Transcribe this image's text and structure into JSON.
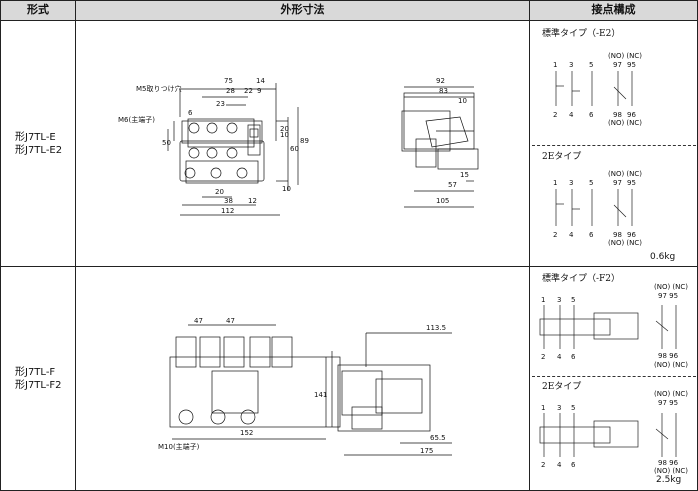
{
  "headers": {
    "form": "形式",
    "dimensions": "外形寸法",
    "contacts": "接点構成"
  },
  "rows": [
    {
      "models": [
        "形J7TL-E",
        "形J7TL-E2"
      ],
      "labels": {
        "mount_hole": "M5取りつけ穴",
        "main_terminal": "M6(主端子)"
      },
      "front_dims": {
        "d75": "75",
        "d14": "14",
        "d28": "28",
        "d22": "22",
        "d9": "9",
        "d6": "6",
        "d23": "23",
        "d20a": "20",
        "d50": "50",
        "d10a": "10",
        "d60": "60",
        "d89": "89",
        "d20b": "20",
        "d10b": "10",
        "d38": "38",
        "d12": "12",
        "d112": "112"
      },
      "side_dims": {
        "d92": "92",
        "d83": "83",
        "d10": "10",
        "d15": "15",
        "d57": "57",
        "d105": "105"
      },
      "contact_std_title": "標準タイプ（-E2）",
      "contact_2e_title": "2Eタイプ",
      "terminals_top": [
        "1",
        "3",
        "5",
        "97",
        "95"
      ],
      "terminals_bottom": [
        "2",
        "4",
        "6",
        "98",
        "96"
      ],
      "no_nc_top": "(NO) (NC)",
      "no_nc_bottom": "(NO) (NC)",
      "weight": "0.6kg"
    },
    {
      "models": [
        "形J7TL-F",
        "形J7TL-F2"
      ],
      "labels": {
        "main_terminal": "M10(主端子)"
      },
      "front_dims": {
        "d47a": "47",
        "d47b": "47",
        "d141": "141",
        "d152": "152"
      },
      "side_dims": {
        "d113_5": "113.5",
        "d65_5": "65.5",
        "d175": "175"
      },
      "contact_std_title": "標準タイプ（-F2）",
      "contact_2e_title": "2Eタイプ",
      "terminals_top": [
        "1",
        "3",
        "5",
        "97",
        "95"
      ],
      "terminals_bottom": [
        "2",
        "4",
        "6",
        "98",
        "96"
      ],
      "top_pair": "97 95",
      "bottom_pair": "98 96",
      "no_nc": "(NO) (NC)",
      "weight": "2.5kg"
    }
  ]
}
